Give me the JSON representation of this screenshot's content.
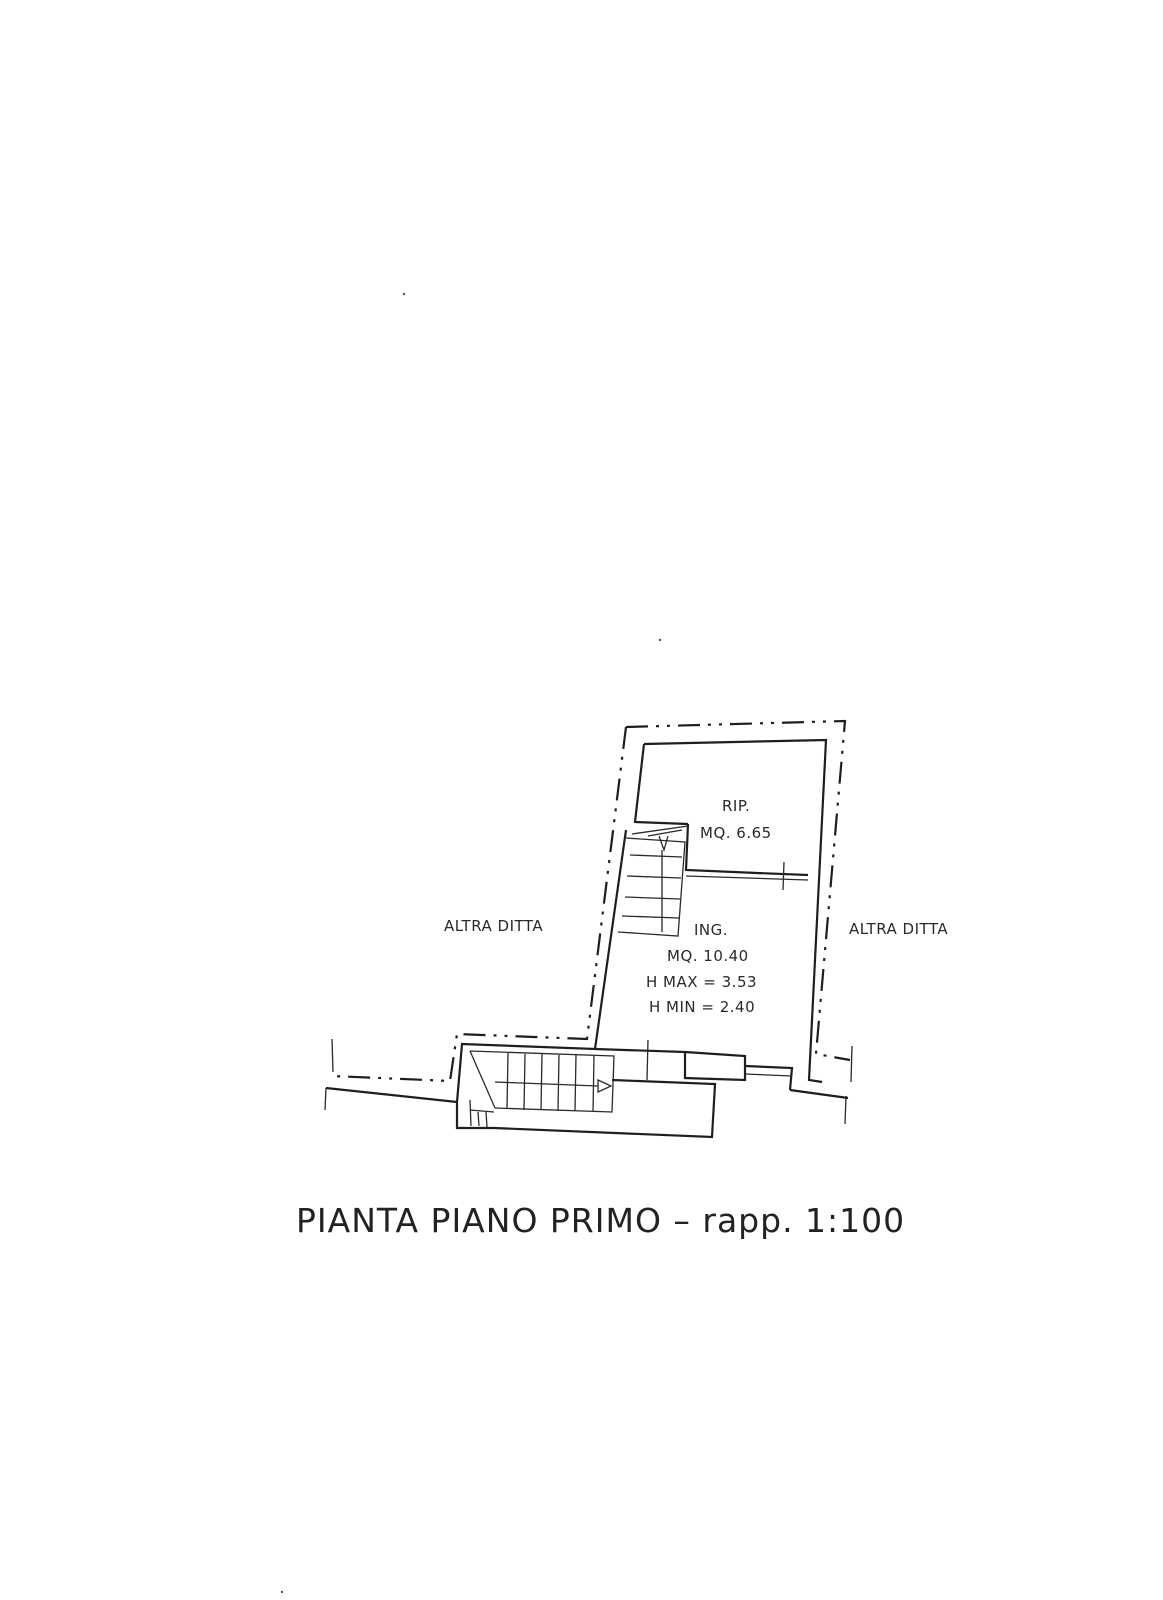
{
  "rooms": {
    "ripostiglio": {
      "name": "RIP.",
      "area": "MQ. 6.65"
    },
    "ingresso": {
      "name": "ING.",
      "area": "MQ. 10.40",
      "h_max": "H MAX = 3.53",
      "h_min": "H MIN = 2.40"
    }
  },
  "neighbors": {
    "left": "ALTRA DITTA",
    "right": "ALTRA DITTA"
  },
  "caption": "PIANTA PIANO PRIMO – rapp. 1:100"
}
